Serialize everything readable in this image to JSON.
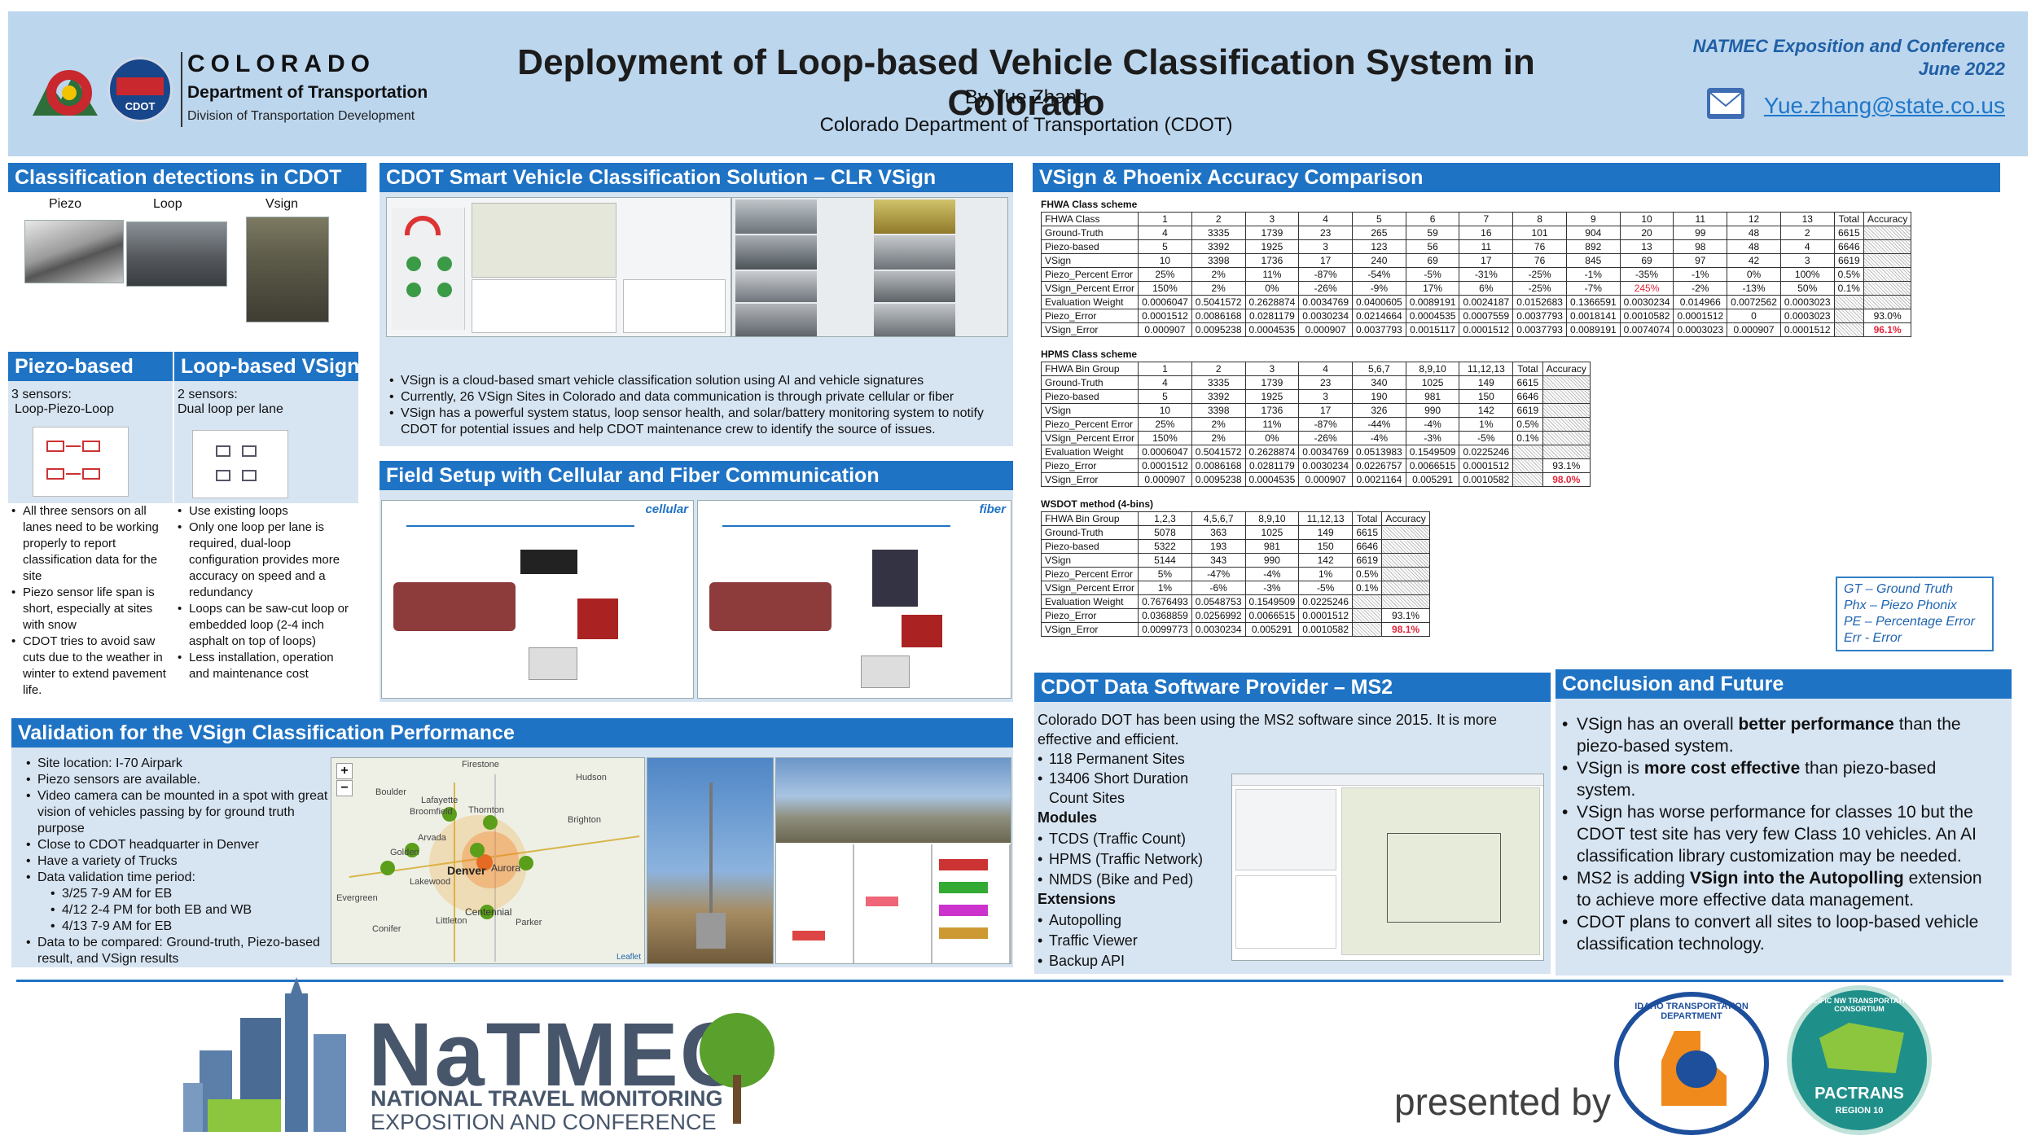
{
  "header": {
    "logo_line1": "COLORADO",
    "logo_line2": "Department of Transportation",
    "logo_line3": "Division of Transportation Development",
    "logo_badge": "CDOT",
    "title": "Deployment of Loop-based Vehicle Classification System in Colorado",
    "byline": "By Yue Zhang",
    "affiliation": "Colorado Department of Transportation (CDOT)",
    "conference": "NATMEC Exposition and Conference",
    "date": "June 2022",
    "email": "Yue.zhang@state.co.us"
  },
  "classification": {
    "title": "Classification detections in CDOT",
    "labels": [
      "Piezo",
      "Loop",
      "Vsign"
    ]
  },
  "piezo": {
    "title": "Piezo-based",
    "sensors": "3 sensors:",
    "sensors_detail": "Loop-Piezo-Loop",
    "bullets": [
      "All three sensors on all lanes need to be working properly to report classification data for the site",
      "Piezo sensor life span is short, especially at sites with snow",
      "CDOT tries to avoid saw cuts due to the weather in winter to extend pavement life."
    ]
  },
  "loop": {
    "title": "Loop-based VSign",
    "sensors": "2 sensors:",
    "sensors_detail": "Dual loop per lane",
    "bullets": [
      "Use existing loops",
      "Only one loop per lane is required, dual-loop configuration provides more accuracy on speed and a redundancy",
      "Loops can be saw-cut loop or embedded loop (2-4 inch asphalt on top of loops)",
      "Less installation, operation and maintenance cost"
    ]
  },
  "validation": {
    "title": "Validation for the VSign Classification Performance",
    "bullets": [
      "Site location: I-70 Airpark",
      "Piezo sensors are available.",
      "Video camera can be mounted in a spot with great vision of vehicles passing by for ground truth purpose",
      "Close to CDOT headquarter in Denver",
      "Have a variety of Trucks",
      "Data validation  time period:"
    ],
    "sub_bullets": [
      "3/25 7-9 AM for EB",
      "4/12 2-4 PM for both EB and WB",
      "4/13 7-9 AM for EB"
    ],
    "last_bullet": "Data to be compared: Ground-truth, Piezo-based result, and VSign results",
    "map_places": [
      "Firestone",
      "Hudson",
      "Boulder",
      "Lafayette",
      "Broomfield",
      "Thornton",
      "Golden",
      "Arvada",
      "Denver",
      "Aurora",
      "Lakewood",
      "Centennial",
      "Parker",
      "Evergreen",
      "Conifer",
      "Littleton",
      "Brighton"
    ],
    "map_attrib": "Leaflet",
    "zoom_in": "+",
    "zoom_out": "−"
  },
  "vsign": {
    "title": "CDOT Smart Vehicle Classification Solution – CLR VSign",
    "bullets": [
      "VSign is a cloud-based smart vehicle classification solution using AI and vehicle signatures",
      "Currently, 26 VSign Sites in Colorado and data communication is through private cellular or fiber",
      "VSign has a powerful system status, loop sensor health, and solar/battery monitoring system to notify CDOT for potential issues and help CDOT maintenance crew to identify the source of issues."
    ]
  },
  "field": {
    "title": "Field Setup with Cellular and Fiber Communication",
    "cellular": "cellular",
    "fiber": "fiber"
  },
  "accuracy": {
    "title": "VSign & Phoenix Accuracy Comparison",
    "fhwa": {
      "caption": "FHWA Class scheme",
      "header": [
        "FHWA Class",
        "1",
        "2",
        "3",
        "4",
        "5",
        "6",
        "7",
        "8",
        "9",
        "10",
        "11",
        "12",
        "13",
        "Total",
        "Accuracy"
      ],
      "rows": [
        [
          "Ground-Truth",
          "4",
          "3335",
          "1739",
          "23",
          "265",
          "59",
          "16",
          "101",
          "904",
          "20",
          "99",
          "48",
          "2",
          "6615",
          ""
        ],
        [
          "Piezo-based",
          "5",
          "3392",
          "1925",
          "3",
          "123",
          "56",
          "11",
          "76",
          "892",
          "13",
          "98",
          "48",
          "4",
          "6646",
          ""
        ],
        [
          "VSign",
          "10",
          "3398",
          "1736",
          "17",
          "240",
          "69",
          "17",
          "76",
          "845",
          "69",
          "97",
          "42",
          "3",
          "6619",
          ""
        ],
        [
          "Piezo_Percent Error",
          "25%",
          "2%",
          "11%",
          "-87%",
          "-54%",
          "-5%",
          "-31%",
          "-25%",
          "-1%",
          "-35%",
          "-1%",
          "0%",
          "100%",
          "0.5%",
          ""
        ],
        [
          "VSign_Percent Error",
          "150%",
          "2%",
          "0%",
          "-26%",
          "-9%",
          "17%",
          "6%",
          "-25%",
          "-7%",
          "245%",
          "-2%",
          "-13%",
          "50%",
          "0.1%",
          ""
        ],
        [
          "Evaluation Weight",
          "0.0006047",
          "0.5041572",
          "0.2628874",
          "0.0034769",
          "0.0400605",
          "0.0089191",
          "0.0024187",
          "0.0152683",
          "0.1366591",
          "0.0030234",
          "0.014966",
          "0.0072562",
          "0.0003023",
          "",
          ""
        ],
        [
          "Piezo_Error",
          "0.0001512",
          "0.0086168",
          "0.0281179",
          "0.0030234",
          "0.0214664",
          "0.0004535",
          "0.0007559",
          "0.0037793",
          "0.0018141",
          "0.0010582",
          "0.0001512",
          "0",
          "0.0003023",
          "",
          "93.0%"
        ],
        [
          "VSign_Error",
          "0.000907",
          "0.0095238",
          "0.0004535",
          "0.000907",
          "0.0037793",
          "0.0015117",
          "0.0001512",
          "0.0037793",
          "0.0089191",
          "0.0074074",
          "0.0003023",
          "0.000907",
          "0.0001512",
          "",
          "96.1%"
        ]
      ]
    },
    "hpms": {
      "caption": "HPMS Class scheme",
      "header": [
        "FHWA Bin Group",
        "1",
        "2",
        "3",
        "4",
        "5,6,7",
        "8,9,10",
        "11,12,13",
        "Total",
        "Accuracy"
      ],
      "rows": [
        [
          "Ground-Truth",
          "4",
          "3335",
          "1739",
          "23",
          "340",
          "1025",
          "149",
          "6615",
          ""
        ],
        [
          "Piezo-based",
          "5",
          "3392",
          "1925",
          "3",
          "190",
          "981",
          "150",
          "6646",
          ""
        ],
        [
          "VSign",
          "10",
          "3398",
          "1736",
          "17",
          "326",
          "990",
          "142",
          "6619",
          ""
        ],
        [
          "Piezo_Percent Error",
          "25%",
          "2%",
          "11%",
          "-87%",
          "-44%",
          "-4%",
          "1%",
          "0.5%",
          ""
        ],
        [
          "VSign_Percent Error",
          "150%",
          "2%",
          "0%",
          "-26%",
          "-4%",
          "-3%",
          "-5%",
          "0.1%",
          ""
        ],
        [
          "Evaluation Weight",
          "0.0006047",
          "0.5041572",
          "0.2628874",
          "0.0034769",
          "0.0513983",
          "0.1549509",
          "0.0225246",
          "",
          ""
        ],
        [
          "Piezo_Error",
          "0.0001512",
          "0.0086168",
          "0.0281179",
          "0.0030234",
          "0.0226757",
          "0.0066515",
          "0.0001512",
          "",
          "93.1%"
        ],
        [
          "VSign_Error",
          "0.000907",
          "0.0095238",
          "0.0004535",
          "0.000907",
          "0.0021164",
          "0.005291",
          "0.0010582",
          "",
          "98.0%"
        ]
      ]
    },
    "wsdot": {
      "caption": "WSDOT method (4-bins)",
      "header": [
        "FHWA Bin Group",
        "1,2,3",
        "4,5,6,7",
        "8,9,10",
        "11,12,13",
        "Total",
        "Accuracy"
      ],
      "rows": [
        [
          "Ground-Truth",
          "5078",
          "363",
          "1025",
          "149",
          "6615",
          ""
        ],
        [
          "Piezo-based",
          "5322",
          "193",
          "981",
          "150",
          "6646",
          ""
        ],
        [
          "VSign",
          "5144",
          "343",
          "990",
          "142",
          "6619",
          ""
        ],
        [
          "Piezo_Percent Error",
          "5%",
          "-47%",
          "-4%",
          "1%",
          "0.5%",
          ""
        ],
        [
          "VSign_Percent Error",
          "1%",
          "-6%",
          "-3%",
          "-5%",
          "0.1%",
          ""
        ],
        [
          "Evaluation Weight",
          "0.7676493",
          "0.0548753",
          "0.1549509",
          "0.0225246",
          "",
          ""
        ],
        [
          "Piezo_Error",
          "0.0368859",
          "0.0256992",
          "0.0066515",
          "0.0001512",
          "",
          "93.1%"
        ],
        [
          "VSign_Error",
          "0.0099773",
          "0.0030234",
          "0.005291",
          "0.0010582",
          "",
          "98.1%"
        ]
      ]
    },
    "legend": [
      "GT – Ground Truth",
      "Phx – Piezo Phonix",
      "PE – Percentage Error",
      "Err - Error"
    ]
  },
  "ms2": {
    "title": "CDOT Data Software Provider – MS2",
    "intro": "Colorado DOT has been using the MS2 software since 2015. It is more effective and efficient.",
    "bullets1": [
      "118 Permanent Sites",
      "13406 Short Duration Count Sites"
    ],
    "modules_label": "Modules",
    "modules": [
      "TCDS (Traffic Count)",
      "HPMS (Traffic Network)",
      "NMDS (Bike and Ped)"
    ],
    "extensions_label": "Extensions",
    "extensions": [
      "Autopolling",
      "Traffic Viewer",
      "Backup API"
    ]
  },
  "conclusion": {
    "title": "Conclusion and Future",
    "b1_pre": "VSign has an overall ",
    "b1_bold": "better performance",
    "b1_post": " than the piezo-based system.",
    "b2_pre": "VSign is ",
    "b2_bold": "more cost effective",
    "b2_post": " than piezo-based system.",
    "b3": "VSign has worse performance for classes 10 but the CDOT test site has very few Class 10 vehicles. An AI classification library customization may be needed.",
    "b4_pre": "MS2 is adding ",
    "b4_bold": "VSign into the Autopolling",
    "b4_post": " extension to achieve more effective data management.",
    "b5": "CDOT plans to convert all sites to loop-based vehicle classification technology."
  },
  "footer": {
    "natmec": "NaTMEC",
    "natmec_sub1": "NATIONAL TRAVEL MONITORING",
    "natmec_sub2": "EXPOSITION AND CONFERENCE",
    "presented_by": "presented by",
    "idaho_ring": "IDAHO TRANSPORTATION DEPARTMENT",
    "pactrans": "PACTRANS",
    "pactrans_ring": "PACIFIC NW TRANSPORTATION CONSORTIUM",
    "pactrans_region": "REGION 10"
  },
  "colors": {
    "header_bg": "#bcd6ee",
    "panel_bg": "#d7e4f2",
    "title_bar": "#1f73c4",
    "accent_red": "#e3263a"
  }
}
